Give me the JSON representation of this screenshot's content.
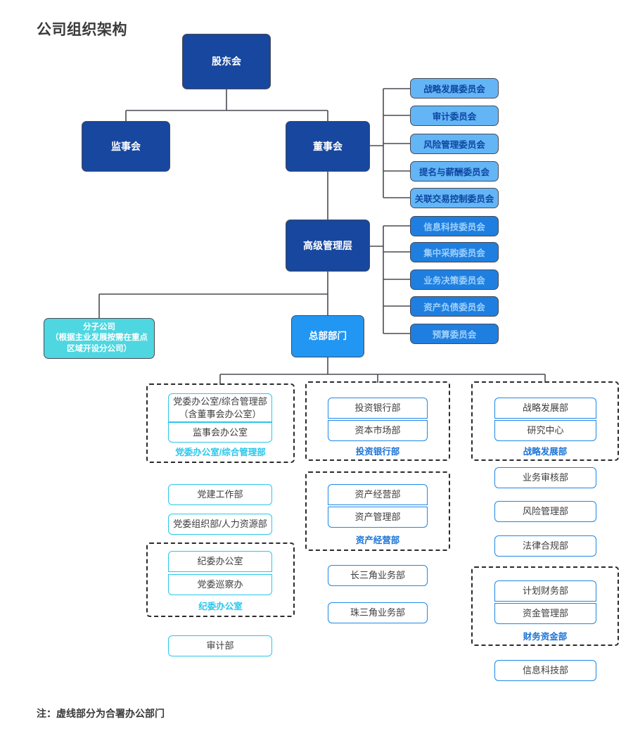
{
  "page": {
    "title": "公司组织架构",
    "footnote": "注：虚线部分为合署办公部门"
  },
  "colors": {
    "navy": "#17479e",
    "bright_blue": "#2196f3",
    "teal": "#4ed7e0",
    "board_committee_fill": "#64b5f5",
    "board_committee_text": "#0d47a1",
    "mgmt_committee_fill": "#1e7fe0",
    "mgmt_committee_text": "#9fd0fb",
    "cyan_border": "#2ac7ea",
    "blue_border": "#1e88e5",
    "connector": "#4a4a52",
    "dashed_group": "#2b2b2b"
  },
  "governance": {
    "shareholders": "股东会",
    "supervisors": "监事会",
    "board": "董事会",
    "senior_management": "高级管理层",
    "subsidiary": "分子公司\n（根据主业发展按需在重点\n区域开设分公司）",
    "subsidiary_line1": "分子公司",
    "subsidiary_line2": "（根据主业发展按需在重点",
    "subsidiary_line3": "区域开设分公司）",
    "headquarters": "总部部门"
  },
  "board_committees": [
    {
      "label": "战略发展委员会"
    },
    {
      "label": "审计委员会"
    },
    {
      "label": "风险管理委员会"
    },
    {
      "label": "提名与薪酬委员会"
    },
    {
      "label": "关联交易控制委员会"
    }
  ],
  "management_committees": [
    {
      "label": "信息科技委员会"
    },
    {
      "label": "集中采购委员会"
    },
    {
      "label": "业务决策委员会"
    },
    {
      "label": "资产负债委员会"
    },
    {
      "label": "预算委员会"
    }
  ],
  "columns": [
    {
      "id": "column-party",
      "accent": "cyan",
      "items": [
        {
          "type": "group",
          "group_label": "党委办公室/综合管理部",
          "boxes": [
            {
              "line1": "党委办公室/综合管理部",
              "line2": "（含董事会办公室）"
            },
            {
              "line1": "监事会办公室"
            }
          ]
        },
        {
          "type": "single",
          "line1": "党建工作部"
        },
        {
          "type": "single",
          "line1": "党委组织部/人力资源部"
        },
        {
          "type": "group",
          "group_label": "纪委办公室",
          "boxes": [
            {
              "line1": "纪委办公室"
            },
            {
              "line1": "党委巡察办"
            }
          ]
        },
        {
          "type": "single",
          "line1": "审计部"
        }
      ]
    },
    {
      "id": "column-business",
      "accent": "blue",
      "items": [
        {
          "type": "group",
          "group_label": "投资银行部",
          "boxes": [
            {
              "line1": "投资银行部"
            },
            {
              "line1": "资本市场部"
            }
          ]
        },
        {
          "type": "group",
          "group_label": "资产经营部",
          "boxes": [
            {
              "line1": "资产经营部"
            },
            {
              "line1": "资产管理部"
            }
          ]
        },
        {
          "type": "single",
          "line1": "长三角业务部"
        },
        {
          "type": "single",
          "line1": "珠三角业务部"
        }
      ]
    },
    {
      "id": "column-strategy",
      "accent": "blue",
      "items": [
        {
          "type": "group",
          "group_label": "战略发展部",
          "boxes": [
            {
              "line1": "战略发展部"
            },
            {
              "line1": "研究中心"
            }
          ]
        },
        {
          "type": "single",
          "line1": "业务审核部"
        },
        {
          "type": "single",
          "line1": "风险管理部"
        },
        {
          "type": "single",
          "line1": "法律合规部"
        },
        {
          "type": "group",
          "group_label": "财务资金部",
          "boxes": [
            {
              "line1": "计划财务部"
            },
            {
              "line1": "资金管理部"
            }
          ]
        },
        {
          "type": "single",
          "line1": "信息科技部"
        }
      ]
    }
  ]
}
